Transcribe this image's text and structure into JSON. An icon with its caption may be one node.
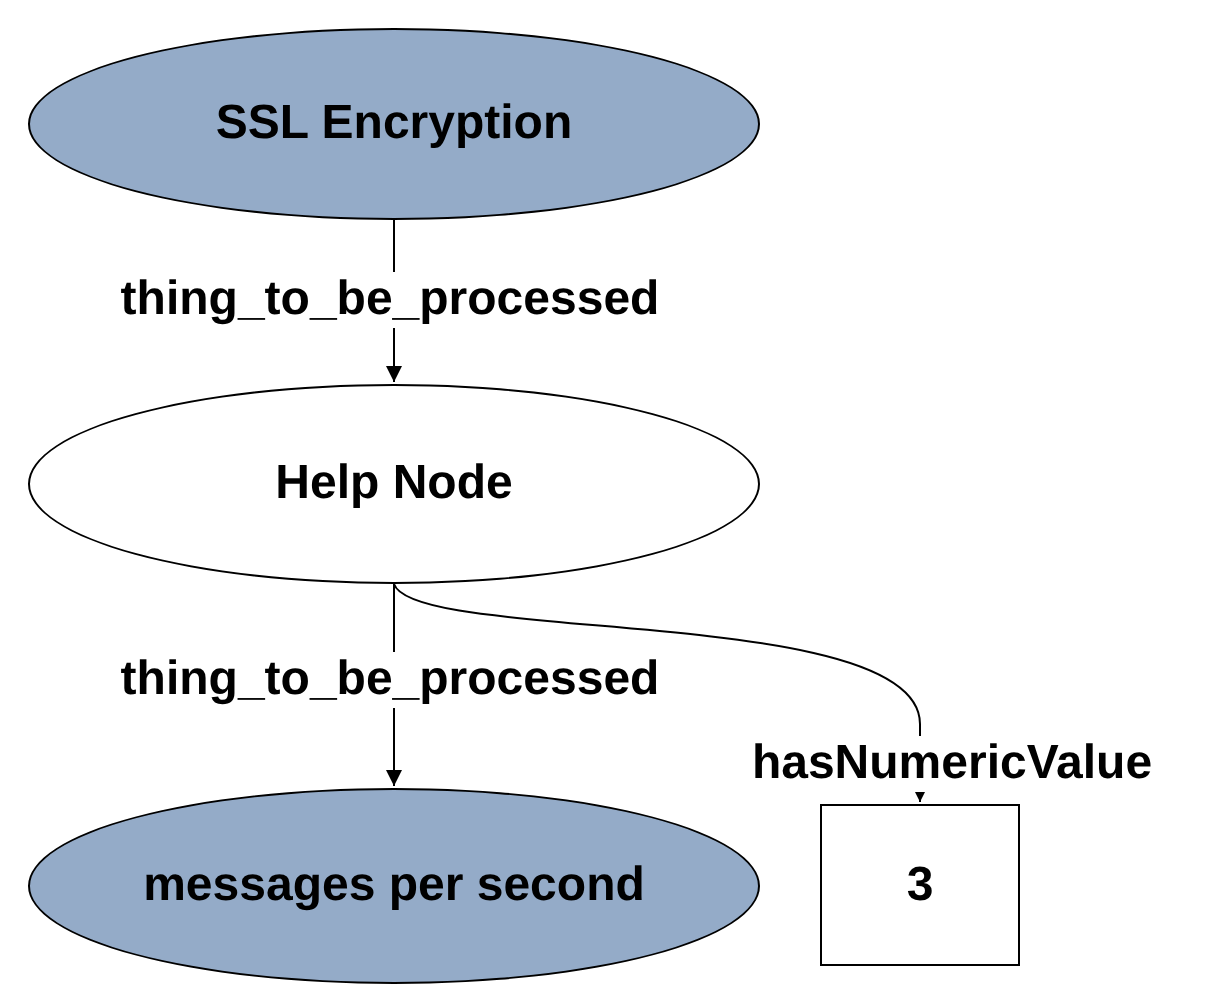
{
  "diagram": {
    "nodes": [
      {
        "text": [
          "SSL Encryption"
        ]
      },
      {
        "text": [
          "Help Node"
        ]
      },
      {
        "text": [
          "messages per second"
        ]
      },
      {
        "text": [
          "3"
        ]
      }
    ],
    "edges": [
      {
        "from": 0,
        "to": 1,
        "arrow": "to",
        "label": "thing_to_be_processed"
      },
      {
        "from": 1,
        "to": 2,
        "arrow": "to",
        "label": "thing_to_be_processed"
      },
      {
        "from": 1,
        "to": 3,
        "arrow": "to",
        "label": "hasNumericValue"
      }
    ]
  }
}
